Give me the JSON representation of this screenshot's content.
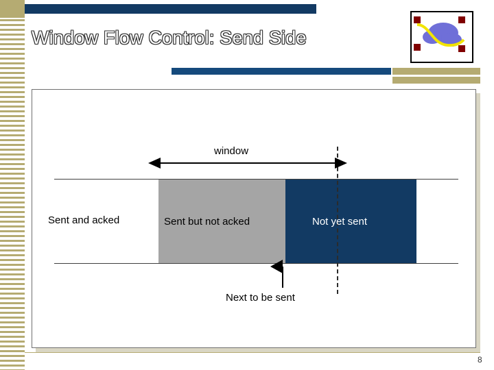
{
  "slide": {
    "title": "Window Flow Control: Send Side",
    "page_number": "8"
  },
  "logo": {
    "icon_name": "cloud-network-logo"
  },
  "diagram": {
    "window_label": "window",
    "next_label": "Next to be sent",
    "segments": [
      {
        "name": "sent-and-acked",
        "label": "Sent and acked",
        "fill": "#ffffff",
        "text_color": "#000000"
      },
      {
        "name": "sent-but-not-acked",
        "label": "Sent but not acked",
        "fill": "#a5a5a5",
        "text_color": "#000000"
      },
      {
        "name": "not-yet-sent",
        "label": "Not yet sent",
        "fill": "#123a63",
        "text_color": "#ffffff"
      }
    ]
  },
  "colors": {
    "navy": "#123a63",
    "navy_light": "#154a7c",
    "khaki": "#b5ab72",
    "gray_block": "#a5a5a5"
  }
}
